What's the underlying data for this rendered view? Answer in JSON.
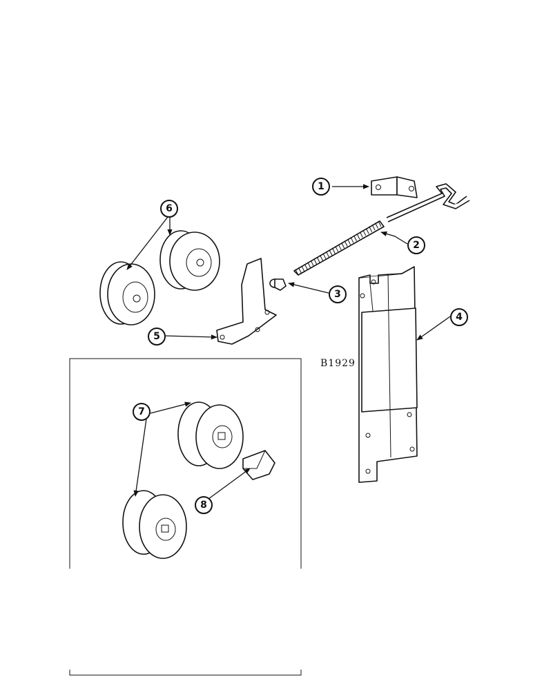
{
  "figure": {
    "reference_code": "B1929",
    "callouts": [
      {
        "id": "callout-1",
        "label": "1"
      },
      {
        "id": "callout-2",
        "label": "2"
      },
      {
        "id": "callout-3",
        "label": "3"
      },
      {
        "id": "callout-4",
        "label": "4"
      },
      {
        "id": "callout-5",
        "label": "5"
      },
      {
        "id": "callout-6",
        "label": "6"
      },
      {
        "id": "callout-7",
        "label": "7"
      },
      {
        "id": "callout-8",
        "label": "8"
      }
    ]
  }
}
